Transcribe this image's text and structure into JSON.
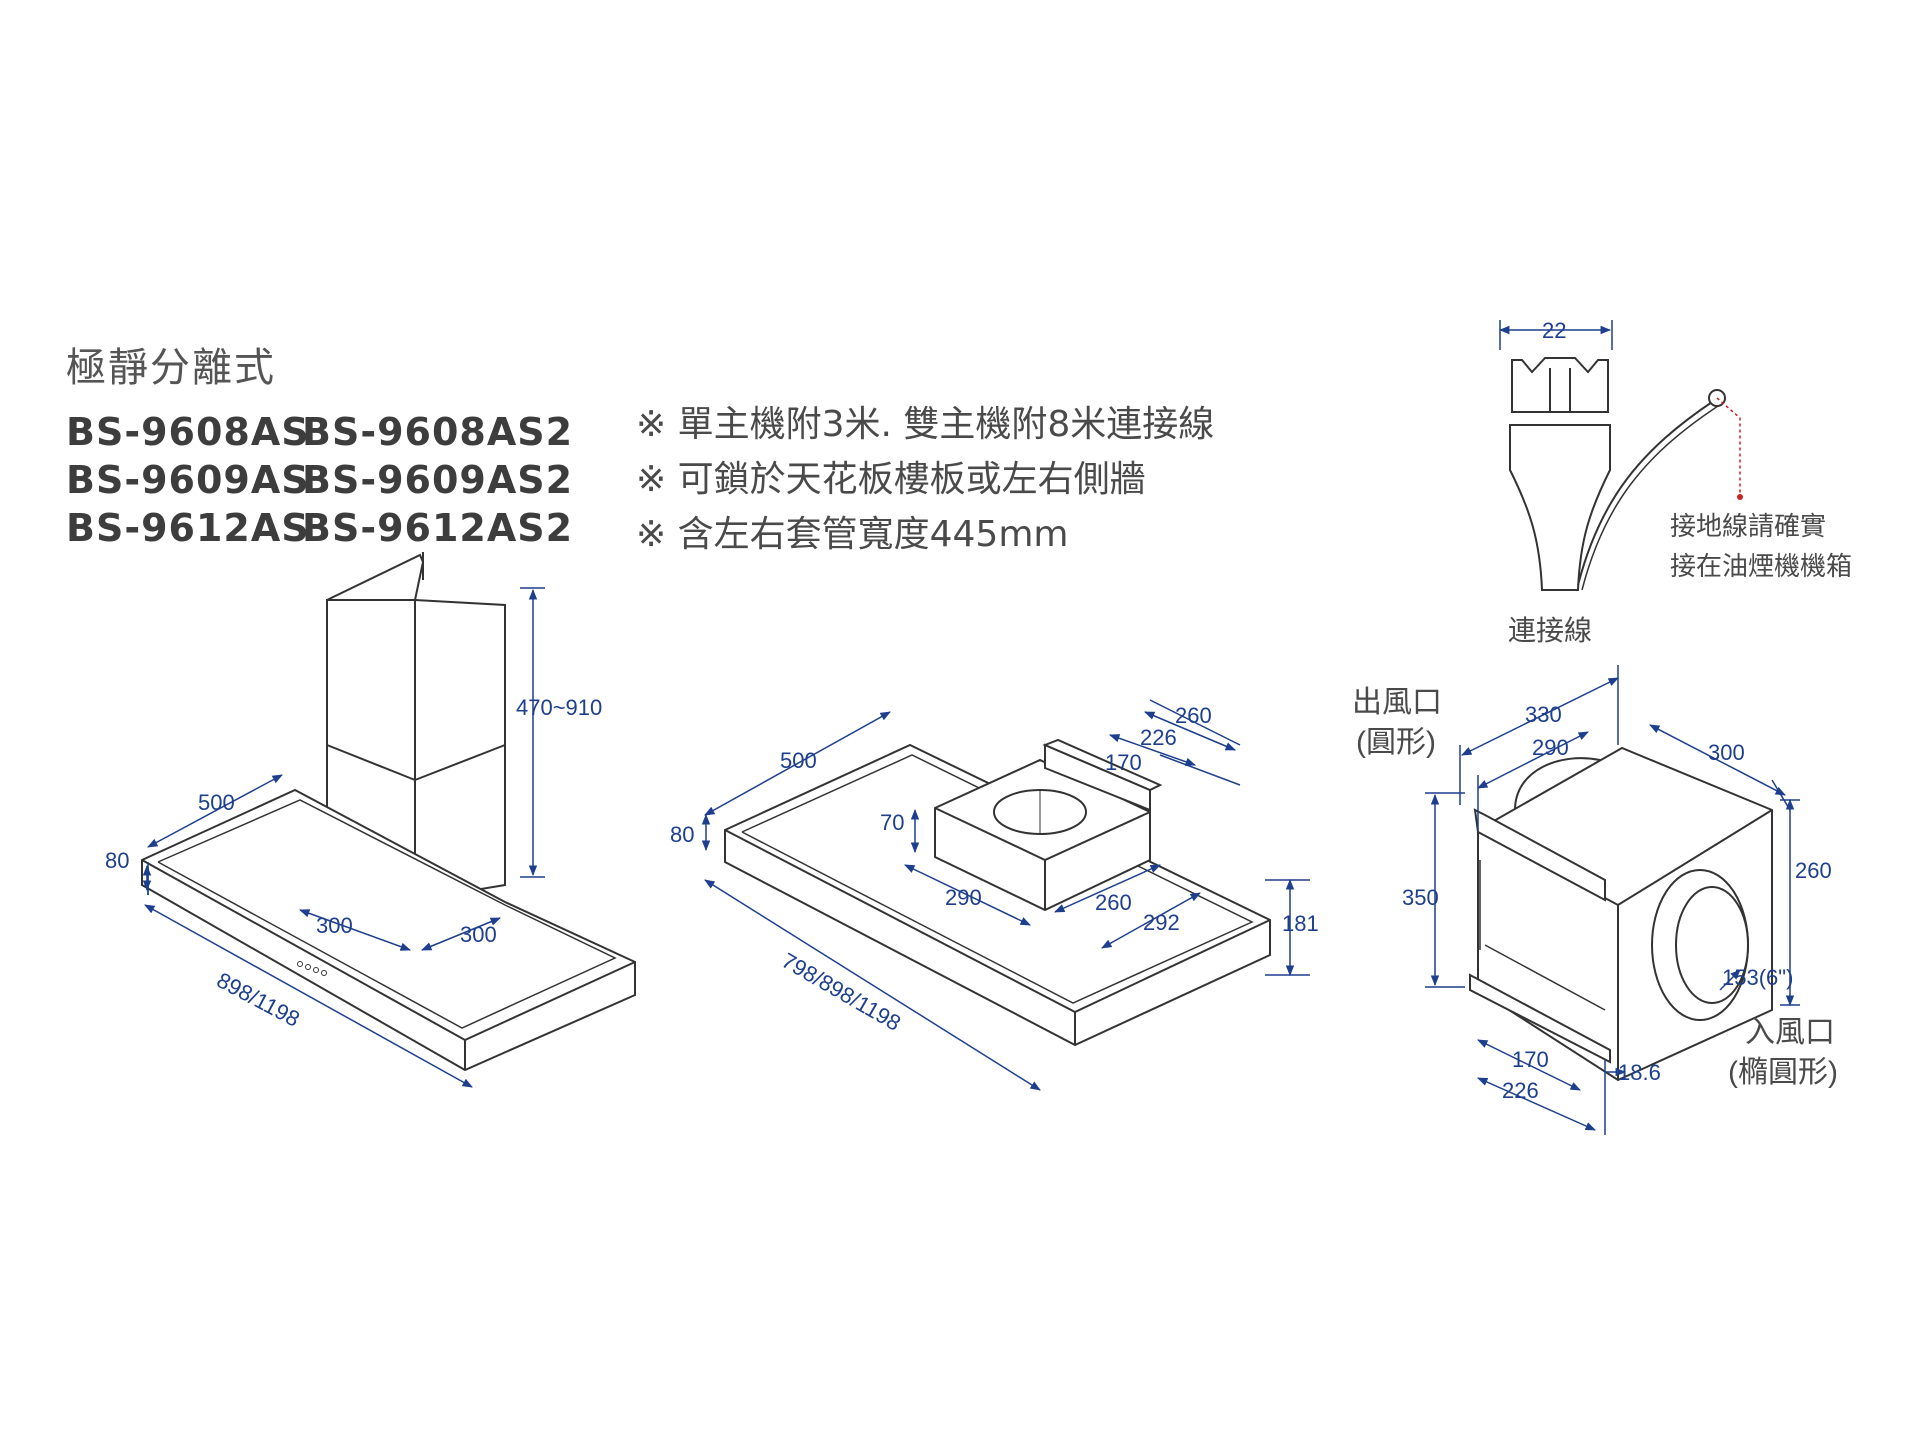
{
  "header": {
    "title": "極靜分離式",
    "models": [
      [
        "BS-9608AS",
        "BS-9608AS2"
      ],
      [
        "BS-9609AS",
        "BS-9609AS2"
      ],
      [
        "BS-9612AS",
        "BS-9612AS2"
      ]
    ]
  },
  "notes": [
    "※ 單主機附3米. 雙主機附8米連接線",
    "※ 可鎖於天花板樓板或左右側牆",
    "※ 含左右套管寬度445mm"
  ],
  "hood1": {
    "chimney_height": "470~910",
    "depth": "500",
    "thickness": "80",
    "chimney_left": "300",
    "chimney_right": "300",
    "width": "898/1198"
  },
  "hood2": {
    "depth": "500",
    "thickness": "80",
    "box_height": "70",
    "box_depth": "290",
    "box_width": "260",
    "plate_260": "260",
    "plate_226": "226",
    "plate_170": "170",
    "width_292": "292",
    "height_181": "181",
    "width": "798/898/1198"
  },
  "connector": {
    "width": "22",
    "label": "連接線",
    "ground_note_line1": "接地線請確實",
    "ground_note_line2": "接在油煙機機箱"
  },
  "motor": {
    "outlet_label": "出風口",
    "outlet_shape": "(圓形)",
    "inlet_label": "入風口",
    "inlet_shape": "(橢圓形)",
    "w330": "330",
    "w290": "290",
    "d300": "300",
    "h260": "260",
    "h350": "350",
    "inlet_dia": "153(6\")",
    "b170": "170",
    "b226": "226",
    "b18_6": "18.6"
  },
  "colors": {
    "line": "#333333",
    "dimension": "#1d3f8e",
    "text": "#4a4a4a",
    "red_lead": "#cc2222"
  }
}
